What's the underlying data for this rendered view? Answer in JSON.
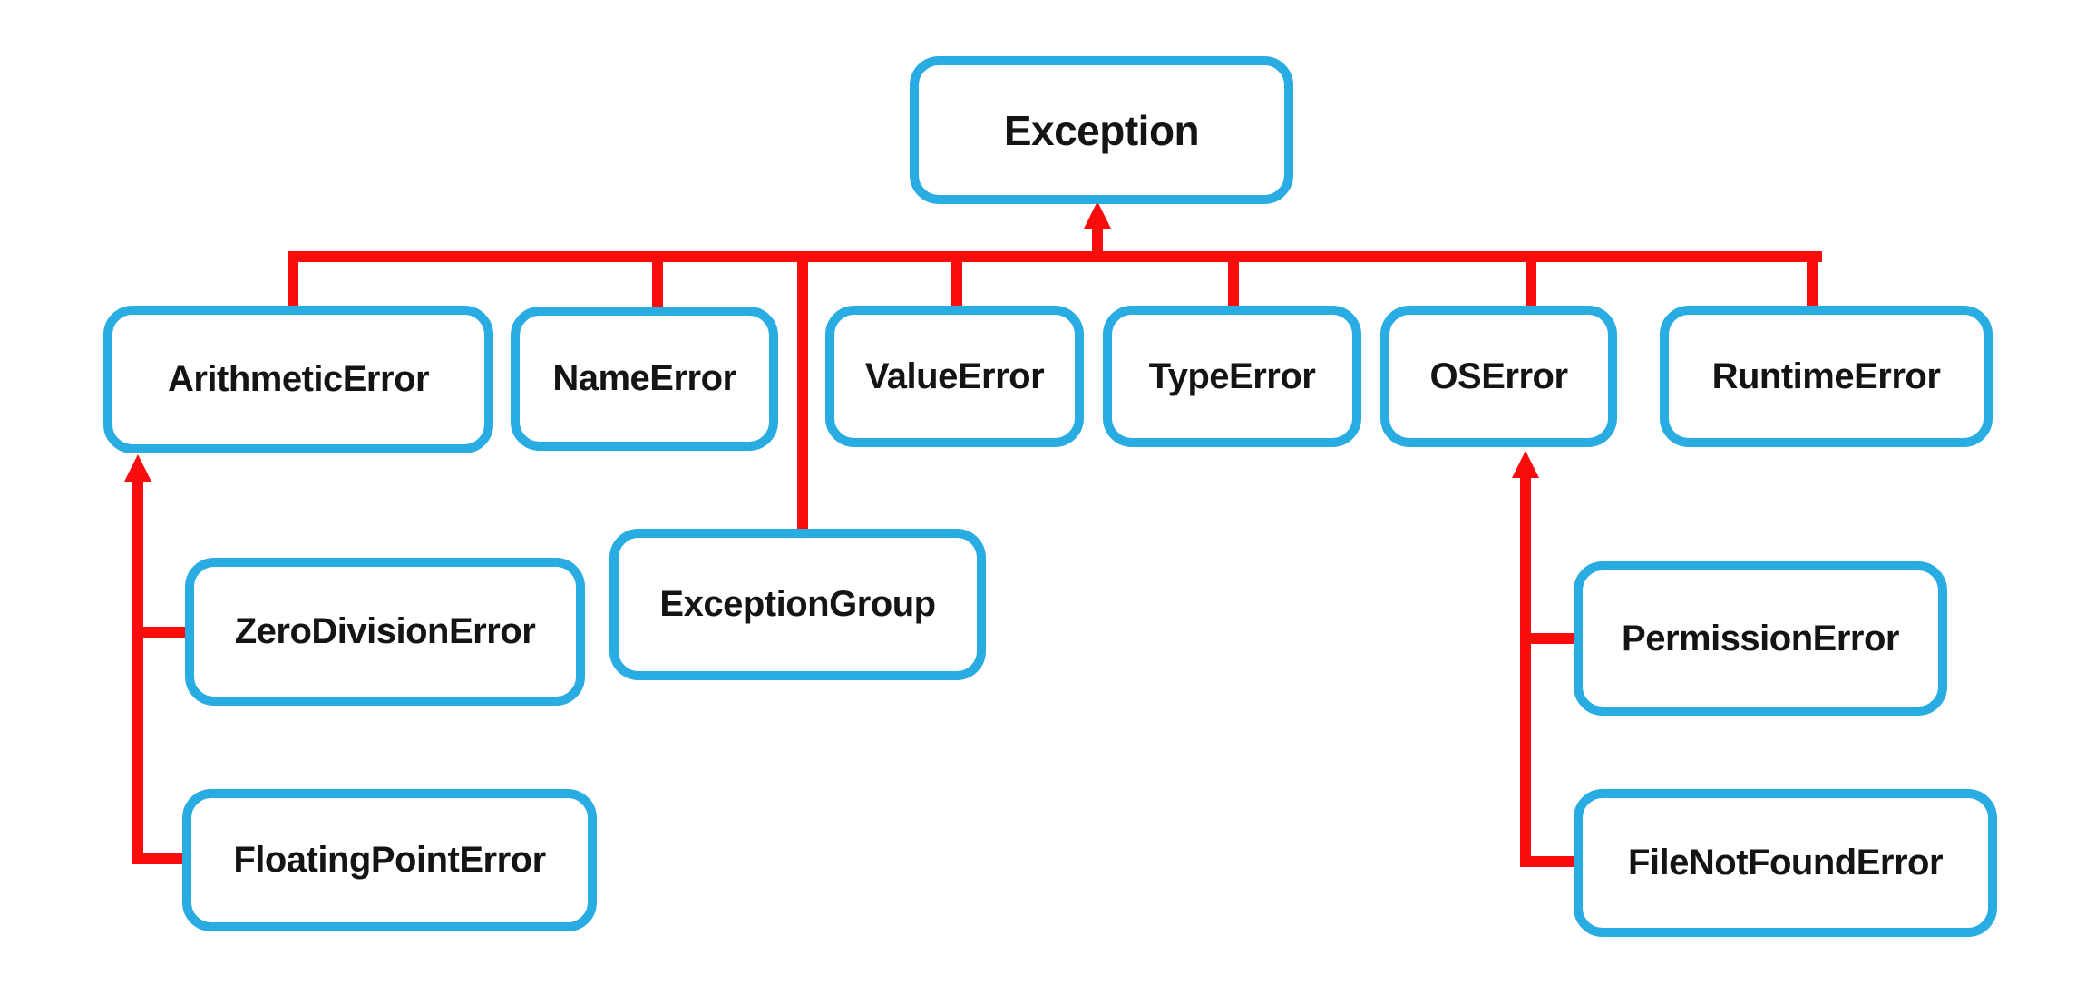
{
  "colors": {
    "box_border": "#29ACE2",
    "connector": "#F80C0C",
    "label_text": "#141414",
    "background": "#FFFFFF"
  },
  "nodes": {
    "exception": {
      "label": "Exception"
    },
    "arithmetic_error": {
      "label": "ArithmeticError"
    },
    "name_error": {
      "label": "NameError"
    },
    "value_error": {
      "label": "ValueError"
    },
    "type_error": {
      "label": "TypeError"
    },
    "os_error": {
      "label": "OSError"
    },
    "runtime_error": {
      "label": "RuntimeError"
    },
    "exception_group": {
      "label": "ExceptionGroup"
    },
    "zero_division_error": {
      "label": "ZeroDivisionError"
    },
    "floating_point_error": {
      "label": "FloatingPointError"
    },
    "permission_error": {
      "label": "PermissionError"
    },
    "file_not_found_error": {
      "label": "FileNotFoundError"
    }
  },
  "edges": [
    {
      "parent": "Exception",
      "child": "ArithmeticError"
    },
    {
      "parent": "Exception",
      "child": "NameError"
    },
    {
      "parent": "Exception",
      "child": "ExceptionGroup"
    },
    {
      "parent": "Exception",
      "child": "ValueError"
    },
    {
      "parent": "Exception",
      "child": "TypeError"
    },
    {
      "parent": "Exception",
      "child": "OSError"
    },
    {
      "parent": "Exception",
      "child": "RuntimeError"
    },
    {
      "parent": "ArithmeticError",
      "child": "ZeroDivisionError"
    },
    {
      "parent": "ArithmeticError",
      "child": "FloatingPointError"
    },
    {
      "parent": "OSError",
      "child": "PermissionError"
    },
    {
      "parent": "OSError",
      "child": "FileNotFoundError"
    }
  ]
}
